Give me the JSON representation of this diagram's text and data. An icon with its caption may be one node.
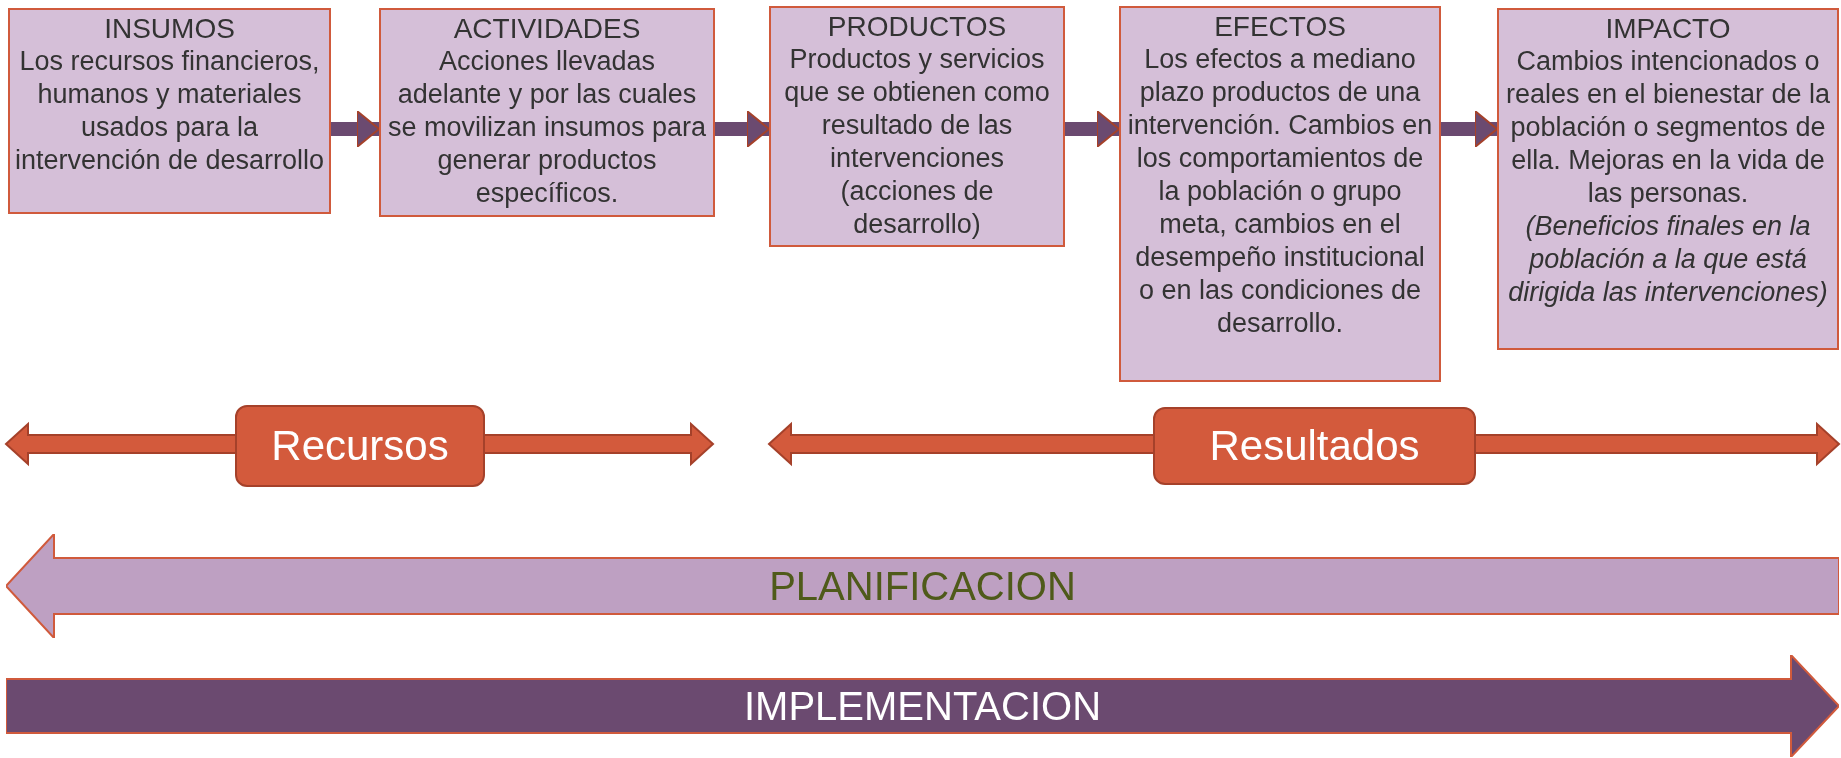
{
  "diagram": {
    "nodes": [
      {
        "text": [
          "INSUMOS",
          "Los recursos financieros, humanos y materiales usados para la intervención de desarrollo"
        ]
      },
      {
        "text": [
          "ACTIVIDADES",
          "Acciones llevadas adelante y por las cuales se movilizan insumos para generar productos específicos."
        ]
      },
      {
        "text": [
          "PRODUCTOS",
          "Productos y servicios que se obtienen como resultado de las intervenciones (acciones de desarrollo)"
        ]
      },
      {
        "text": [
          "EFECTOS",
          "Los efectos a mediano plazo productos de una intervención. Cambios en los comportamientos de la población o grupo meta, cambios en el desempeño institucional o en las condiciones de desarrollo."
        ]
      },
      {
        "text": [
          "IMPACTO",
          "Cambios intencionados o reales en el bienestar de la población o segmentos de ella. Mejoras en la vida de las personas.",
          "(Beneficios finales en la población a la que está dirigida las intervenciones)"
        ]
      },
      {
        "text": [
          "Recursos"
        ]
      },
      {
        "text": [
          "Resultados"
        ]
      },
      {
        "text": [
          "PLANIFICACION"
        ]
      },
      {
        "text": [
          "IMPLEMENTACION"
        ]
      }
    ],
    "edges": [
      {
        "from": 0,
        "to": 1,
        "arrow": "to"
      },
      {
        "from": 1,
        "to": 2,
        "arrow": "to"
      },
      {
        "from": 2,
        "to": 3,
        "arrow": "to"
      },
      {
        "from": 3,
        "to": 4,
        "arrow": "to"
      }
    ]
  }
}
